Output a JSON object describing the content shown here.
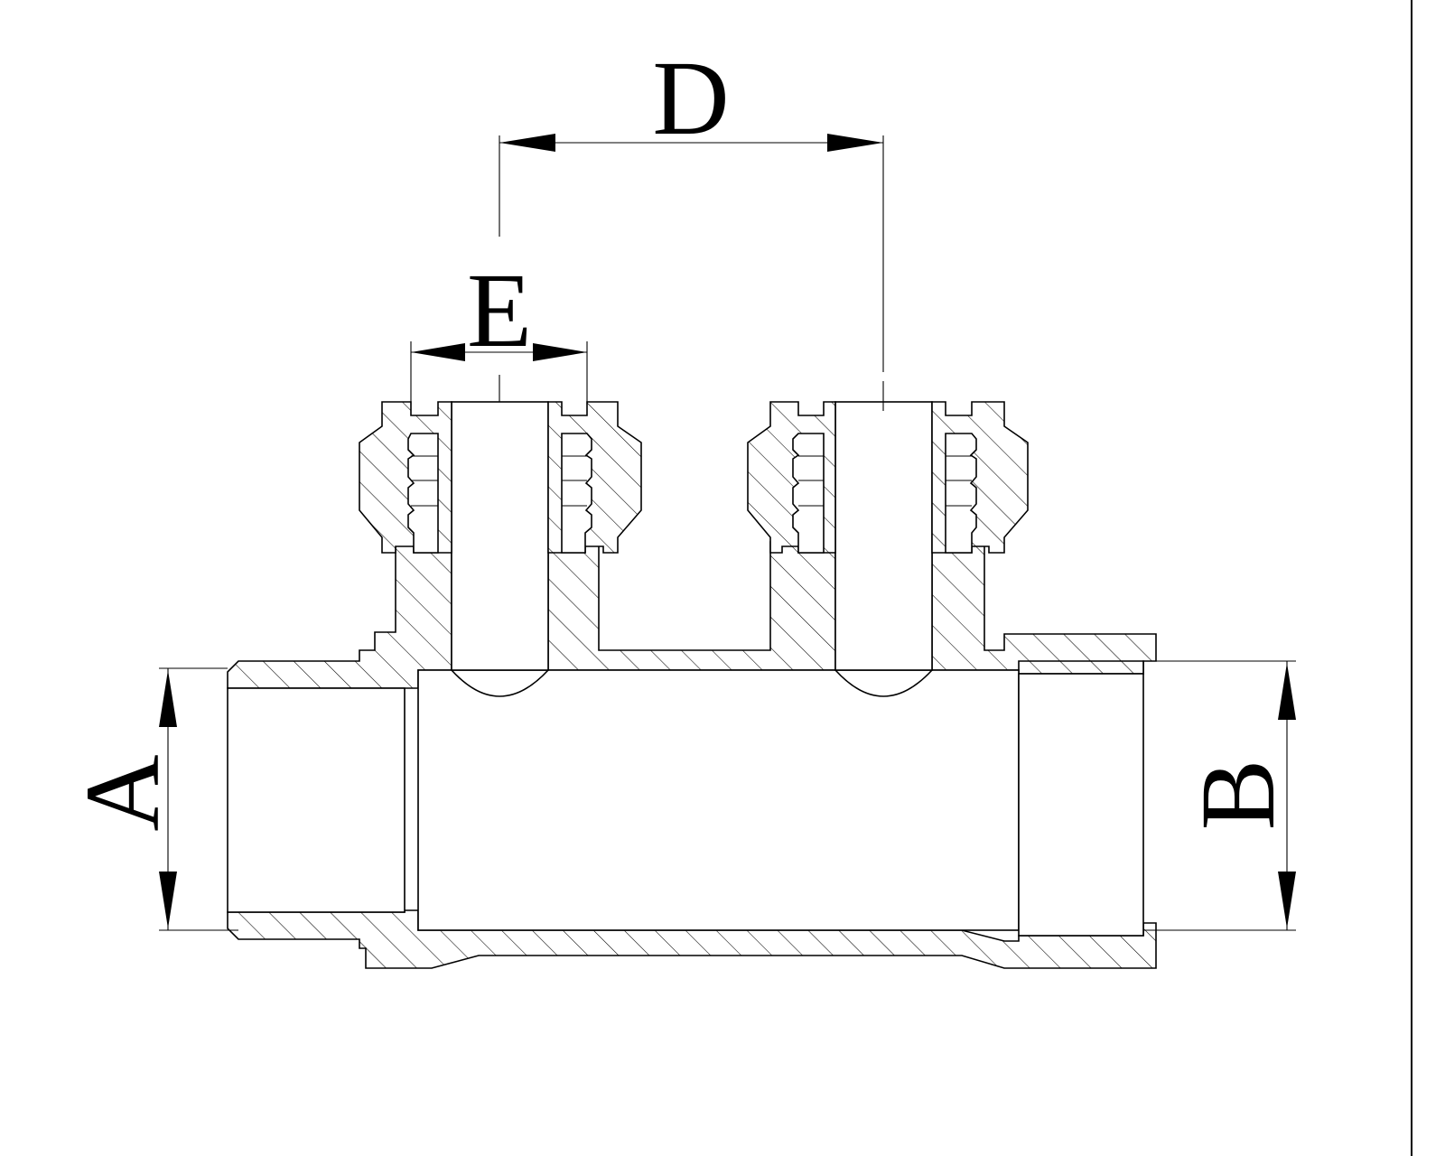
{
  "dimensions": {
    "A": "A",
    "B": "B",
    "D": "D",
    "E": "E"
  },
  "style": {
    "line_color": "#000000",
    "background": "#ffffff"
  }
}
